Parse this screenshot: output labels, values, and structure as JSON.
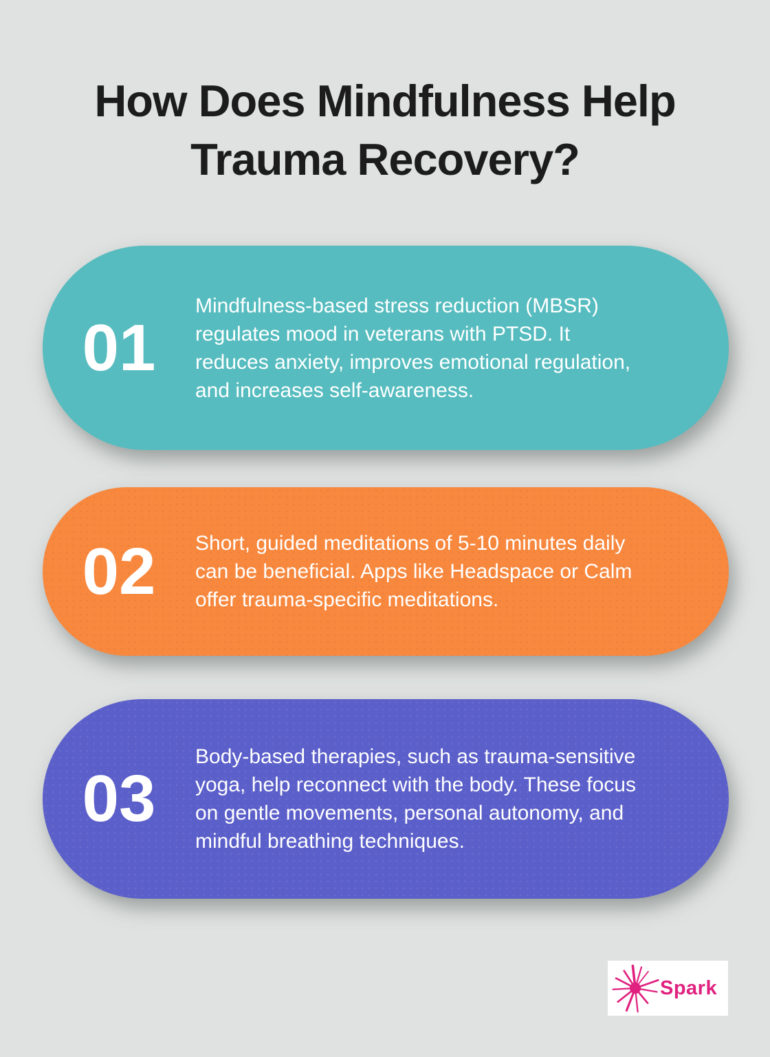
{
  "page": {
    "background": "#dfe2e1",
    "title_color": "#1c1c1c"
  },
  "title": "How Does Mindfulness Help\nTrauma Recovery?",
  "cards": [
    {
      "number": "01",
      "color": "#56bcbf",
      "text": "Mindfulness-based stress reduction (MBSR)\nregulates mood in veterans with PTSD. It\nreduces anxiety, improves emotional regulation,\nand increases self-awareness."
    },
    {
      "number": "02",
      "color": "#f8883e",
      "text": "Short, guided meditations of 5-10 minutes daily\ncan be beneficial. Apps like Headspace or Calm\noffer trauma-specific meditations."
    },
    {
      "number": "03",
      "color": "#5b5fc9",
      "text": "Body-based therapies, such as trauma-sensitive\nyoga, help reconnect with the body. These focus\non gentle movements, personal autonomy, and\nmindful breathing techniques."
    }
  ],
  "logo": {
    "brand": "Spark",
    "color": "#e0217f"
  }
}
